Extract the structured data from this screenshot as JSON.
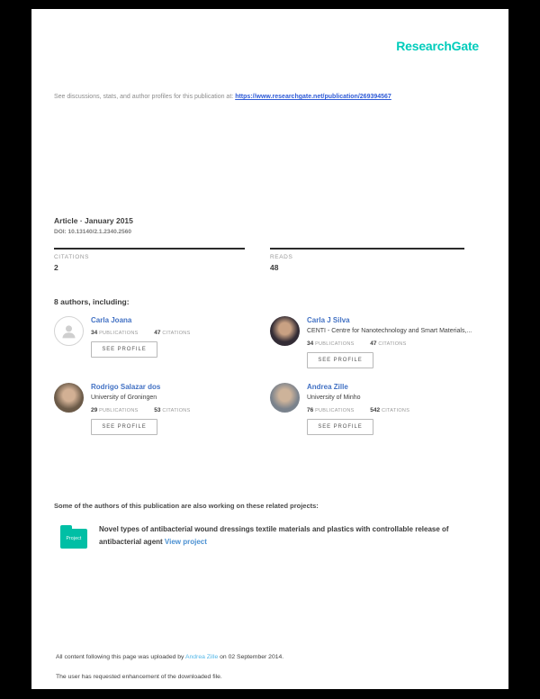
{
  "colors": {
    "background": "#000000",
    "page": "#ffffff",
    "brand_teal": "#00ccbb",
    "link_blue": "#2f5bd7",
    "author_link_blue": "#4372c4",
    "project_link_blue": "#4a90d2",
    "uploader_link_blue": "#53b7e8",
    "folder_teal": "#00bfa5",
    "rule_dark": "#2b2b2b"
  },
  "brand": "ResearchGate",
  "discussion": {
    "prefix": "See discussions, stats, and author profiles for this publication at:",
    "link": "https://www.researchgate.net/publication/269394567"
  },
  "article": {
    "type_line": "Article · January 2015",
    "doi_line": "DOI: 10.13140/2.1.2340.2560"
  },
  "metrics": {
    "citations_label": "CITATIONS",
    "citations_value": "2",
    "reads_label": "READS",
    "reads_value": "48"
  },
  "authors_section": {
    "heading": "8 authors, including:",
    "labels": {
      "publications": "PUBLICATIONS",
      "citations": "CITATIONS",
      "see_profile": "SEE PROFILE"
    },
    "list": [
      {
        "name": "Carla Joana",
        "affiliation": "",
        "publications": "34",
        "citations": "47"
      },
      {
        "name": "Carla J Silva",
        "affiliation": "CENTI - Centre for Nanotechnology and Smart Materials,...",
        "publications": "34",
        "citations": "47"
      },
      {
        "name": "Rodrigo Salazar dos",
        "affiliation": "University of Groningen",
        "publications": "29",
        "citations": "53"
      },
      {
        "name": "Andrea Zille",
        "affiliation": "University of Minho",
        "publications": "76",
        "citations": "542"
      }
    ]
  },
  "projects": {
    "heading": "Some of the authors of this publication are also working on these related projects:",
    "folder_label": "Project",
    "description": "Novel types of antibacterial wound dressings textile materials and plastics with controllable release of antibacterial agent",
    "link_label": "View project"
  },
  "footer": {
    "uploaded_prefix": "All content following this page was uploaded by",
    "uploader": "Andrea Zille",
    "uploaded_suffix": "on 02 September 2014.",
    "enhancement_note": "The user has requested enhancement of the downloaded file."
  }
}
